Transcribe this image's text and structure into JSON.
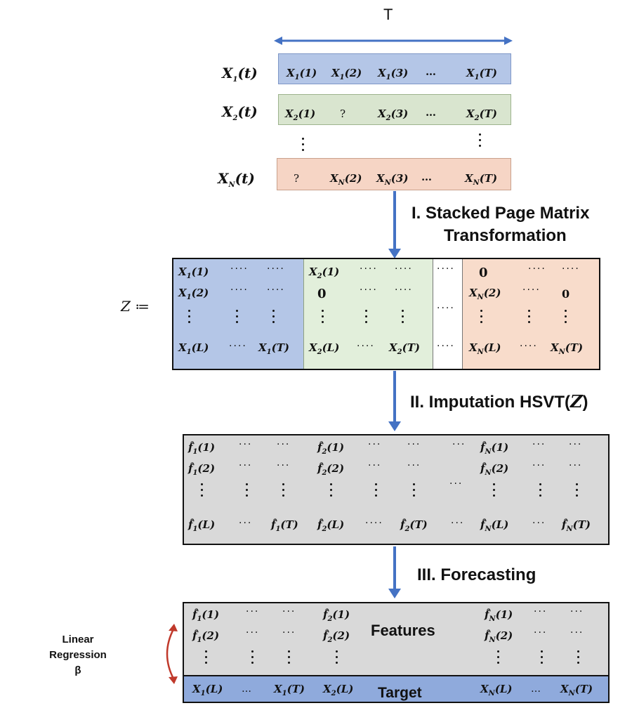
{
  "top": {
    "axis_label": "T",
    "row_labels": [
      "X_1(t)",
      "X_2(t)",
      "X_N(t)"
    ],
    "row1": [
      "X_1(1)",
      "X_1(2)",
      "X_1(3)",
      "…",
      "X_1(T)"
    ],
    "row2": [
      "X_2(1)",
      "?",
      "X_2(3)",
      "…",
      "X_2(T)"
    ],
    "rowN": [
      "?",
      "X_N(2)",
      "X_N(3)",
      "…",
      "X_N(T)"
    ],
    "colors": {
      "row1": "#b4c6e7",
      "row2": "#d9e5cf",
      "rowN": "#f6d5c5",
      "arrow": "#4472c4"
    }
  },
  "steps": {
    "step1_line1": "I. Stacked Page Matrix",
    "step1_line2": "Transformation",
    "step2": "II. Imputation HSVT(",
    "step2_var": "Z",
    "step2_close": ")",
    "step3": "III. Forecasting"
  },
  "z_matrix": {
    "label": "Z ≔",
    "blue": [
      "X_1(1)",
      "X_1(2)",
      "X_1(L)",
      "X_1(T)"
    ],
    "green": [
      "X_2(1)",
      "0",
      "X_2(L)",
      "X_2(T)"
    ],
    "orange": [
      "0",
      "X_N(2)",
      "0",
      "X_N(L)",
      "X_N(T)"
    ],
    "colors": {
      "blue": "#b4c6e7",
      "green": "#e2efdb",
      "orange": "#f8dccb"
    }
  },
  "imputed": {
    "col1": [
      "f̂_1(1)",
      "f̂_1(2)",
      "f̂_1(L)",
      "f̂_1(T)"
    ],
    "col2": [
      "f̂_2(1)",
      "f̂_2(2)",
      "f̂_2(L)",
      "f̂_2(T)"
    ],
    "colN": [
      "f̂_N(1)",
      "f̂_N(2)",
      "f̂_N(L)",
      "f̂_N(T)"
    ],
    "color": "#d9d9d9"
  },
  "forecast": {
    "features_label": "Features",
    "target_label": "Target",
    "f1": [
      "f̂_1(1)",
      "f̂_1(2)"
    ],
    "f2": [
      "f̂_2(1)",
      "f̂_2(2)"
    ],
    "fN": [
      "f̂_N(1)",
      "f̂_N(2)"
    ],
    "target": [
      "X_1(L)",
      "X_1(T)",
      "X_2(L)",
      "X_N(L)",
      "X_N(T)"
    ],
    "target_color": "#8faadc"
  },
  "regression": {
    "line1": "Linear",
    "line2": "Regression",
    "line3": "β"
  }
}
